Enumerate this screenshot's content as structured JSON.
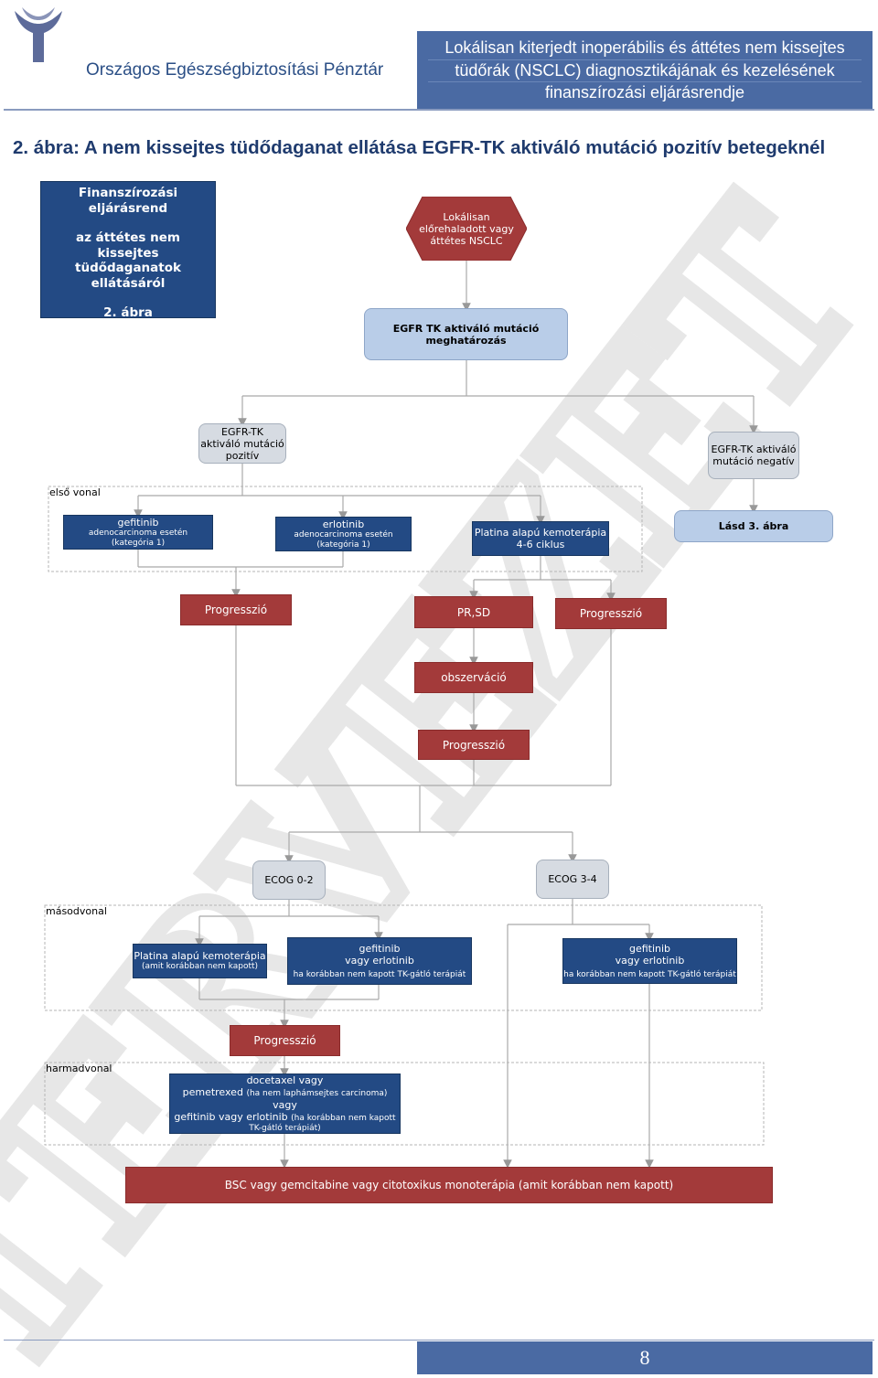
{
  "header": {
    "org_name": "Országos Egészségbiztosítási Pénztár",
    "doc_title_lines": [
      "Lokálisan kiterjedt inoperábilis és áttétes nem kissejtes",
      "tüdőrák (NSCLC) diagnosztikájának és kezelésének",
      "finanszírozási eljárásrendje"
    ]
  },
  "figure_title": "2. ábra: A nem kissejtes tüdődaganat ellátása EGFR-TK aktiváló mutáció pozitív betegeknél",
  "sidebar_box": {
    "line1": "Finanszírozási",
    "line2": "eljárásrend",
    "line3": "az áttétes nem",
    "line4": "kissejtes",
    "line5": "tüdődaganatok",
    "line6": "ellátásáról",
    "line7": "2. ábra"
  },
  "nodes": {
    "start": [
      "Lokálisan",
      "előrehaladott vagy",
      "áttétes NSCLC"
    ],
    "egfr_test": [
      "EGFR TK aktiváló mutáció",
      "meghatározás"
    ],
    "positive": [
      "EGFR-TK",
      "aktiváló mutáció",
      "pozitív"
    ],
    "negative": [
      "EGFR-TK aktiváló",
      "mutáció negatív"
    ],
    "gefitinib1": {
      "title": "gefitinib",
      "sub1": "adenocarcinoma esetén",
      "sub2": "(kategória 1)"
    },
    "erlotinib1": {
      "title": "erlotinib",
      "sub1": "adenocarcinoma esetén",
      "sub2": "(kategória 1)"
    },
    "platina1": [
      "Platina alapú kemoterápia",
      "4-6 ciklus"
    ],
    "lasd": "Lásd 3. ábra",
    "prog1": "Progresszió",
    "prsd": "PR,SD",
    "prog2": "Progresszió",
    "obs": "obszerváció",
    "prog3": "Progresszió",
    "ecog02": "ECOG 0-2",
    "ecog34": "ECOG 3-4",
    "platina2": {
      "title": "Platina alapú kemoterápia",
      "sub": "(amit korábban nem kapott)"
    },
    "gef_erl2": {
      "line1": "gefitinib",
      "line2": "vagy erlotinib",
      "sub": "ha korábban nem kapott TK-gátló terápiát"
    },
    "gef_erl3": {
      "line1": "gefitinib",
      "line2": "vagy erlotinib",
      "sub": "ha korábban nem kapott TK-gátló terápiát"
    },
    "prog4": "Progresszió",
    "third_line": {
      "l1": "docetaxel vagy",
      "l2a": "pemetrexed",
      "l2b": "(ha nem laphámsejtes carcinoma)",
      "l2c": "vagy",
      "l3a": "gefitinib vagy erlotinib",
      "l3b": "(ha korábban nem kapott",
      "l4": "TK-gátló terápiát)"
    },
    "bsc": "BSC vagy gemcitabine vagy citotoxikus monoterápia (amit korábban nem kapott)"
  },
  "section_labels": {
    "first": "első vonal",
    "second": "másodvonal",
    "third": "harmadvonal"
  },
  "watermark": "TERVEZET",
  "footer": {
    "page_number": "8"
  },
  "colors": {
    "navy": "#234a84",
    "red": "#a33a3a",
    "header_blue": "#4a6aa3",
    "light_blue": "#b9cde8",
    "gray": "#d6dbe2"
  }
}
